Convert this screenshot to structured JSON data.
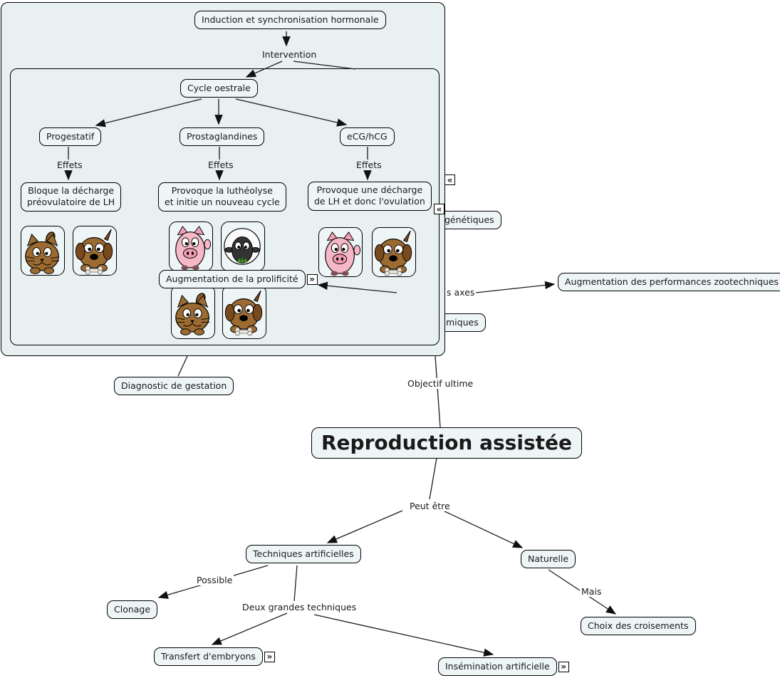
{
  "colors": {
    "page_bg": "#ffffff",
    "panel_bg": "#e8f0f1",
    "node_bg": "#eef5f6",
    "border": "#000000",
    "line": "#1d1d1d"
  },
  "icons": {
    "expand": "»",
    "collapse": "«"
  },
  "nodes": {
    "induction": "Induction et synchronisation hormonale",
    "cycle": "Cycle oestrale",
    "progestatif": "Progestatif",
    "prostaglandines": "Prostaglandines",
    "ecg_hcg": "eCG/hCG",
    "bloque": {
      "line1": "Bloque la décharge",
      "line2": "préovulatoire de LH"
    },
    "lutheolyse": {
      "line1": "Provoque la luthéolyse",
      "line2": "et initie un nouveau cycle"
    },
    "decharge": {
      "line1": "Provoque une décharge",
      "line2": "de LH et donc l'ovulation"
    },
    "prolificite": "Augmentation de la prolificité",
    "genetiques_partial": "génétiques",
    "zootechniques": "Augmentation des performances zootechniques",
    "miques_partial": "miques",
    "diagnostic": "Diagnostic de gestation",
    "reproduction": "Reproduction assistée",
    "techniques": "Techniques artificielles",
    "naturelle": "Naturelle",
    "clonage": "Clonage",
    "transfert": "Transfert d'embryons",
    "insemination": "Insémination artificielle",
    "choix": "Choix des croisements"
  },
  "linking_phrases": {
    "intervention": "Intervention",
    "effets": "Effets",
    "axes_partial": "s axes",
    "objectif_ultime": "Objectif ultime",
    "peut_etre": "Peut être",
    "possible": "Possible",
    "deux_grandes": "Deux grandes techniques",
    "mais": "Mais"
  },
  "animal_images": {
    "row1": [
      "cat-icon",
      "dog-icon",
      "pig-icon",
      "sheep-icon",
      "pig-icon",
      "dog-icon"
    ],
    "row2": [
      "cat-icon",
      "dog-icon"
    ]
  },
  "propositions": [
    "Induction et synchronisation hormonale — Intervention → Cycle oestrale",
    "Cycle oestrale → Progestatif / Prostaglandines / eCG/hCG",
    "Progestatif — Effets → Bloque la décharge préovulatoire de LH",
    "Prostaglandines — Effets → Provoque la luthéolyse et initie un nouveau cycle",
    "eCG/hCG — Effets → Provoque une décharge de LH et donc l'ovulation",
    "…s axes → Augmentation de la prolificité",
    "…s axes → Augmentation des performances zootechniques",
    "panneau → Diagnostic de gestation",
    "panneau — Objectif ultime → Reproduction assistée",
    "Reproduction assistée — Peut être → Techniques artificielles / Naturelle",
    "Techniques artificielles — Possible → Clonage",
    "Techniques artificielles — Deux grandes techniques → Transfert d'embryons / Insémination artificielle",
    "Naturelle — Mais → Choix des croisements"
  ]
}
